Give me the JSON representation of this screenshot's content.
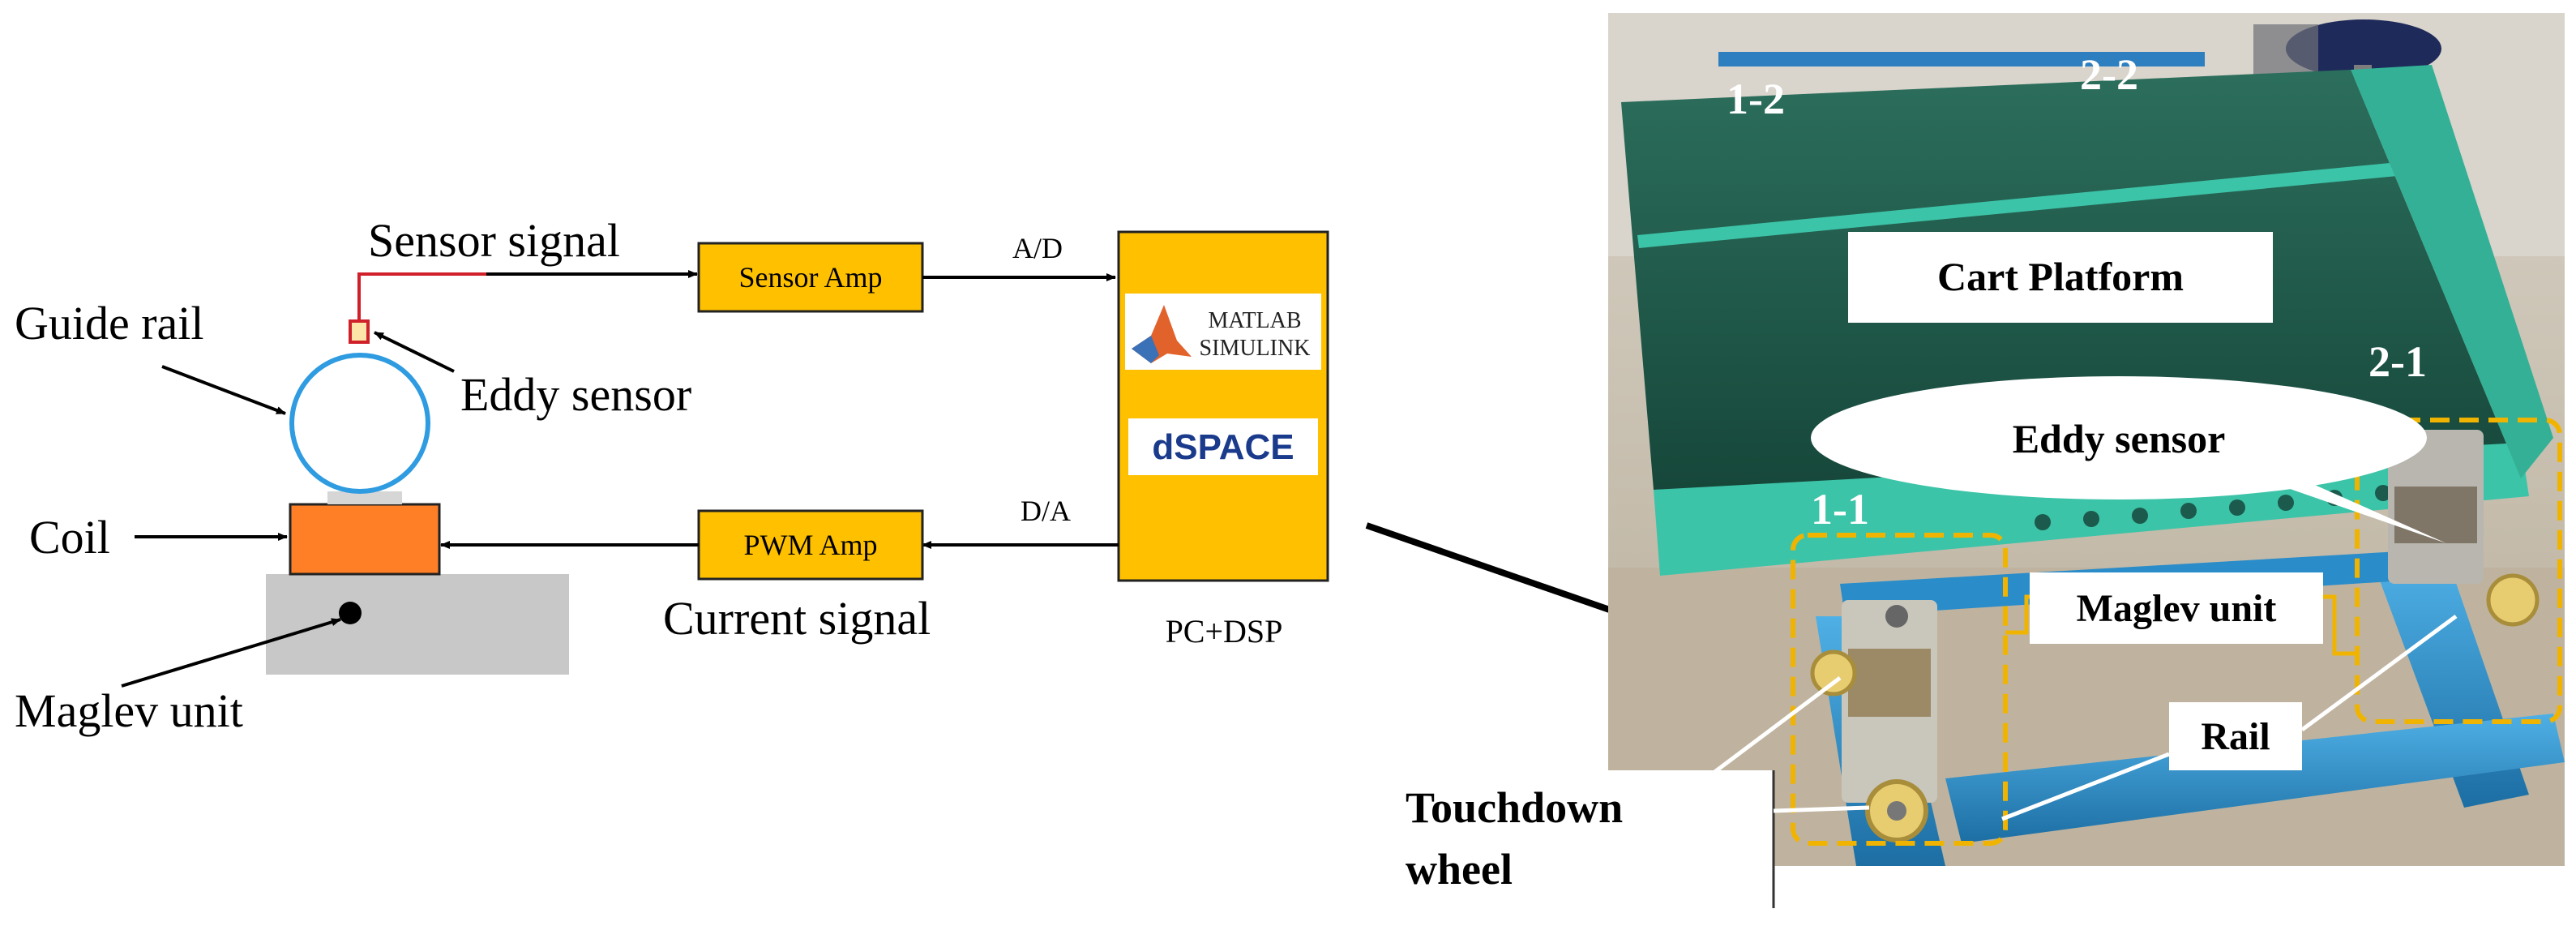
{
  "schematic": {
    "labels": {
      "guide_rail": "Guide rail",
      "eddy_sensor": "Eddy sensor",
      "coil": "Coil",
      "maglev_unit": "Maglev unit",
      "sensor_signal": "Sensor signal",
      "current_signal": "Current signal",
      "ad": "A/D",
      "da": "D/A",
      "pc_dsp": "PC+DSP"
    },
    "boxes": {
      "sensor_amp": "Sensor Amp",
      "pwm_amp": "PWM Amp"
    },
    "logos": {
      "matlab_line1": "MATLAB",
      "matlab_line2": "SIMULINK",
      "dspace": "dSPACE"
    },
    "colors": {
      "amp_box": "#ffc000",
      "dsp_box": "#ffc000",
      "coil": "#ff7f27",
      "unit": "#c8c8c8",
      "rail_ring": "#2f9be0",
      "dspace_text": "#1a3a8c",
      "dspace_d": "#e0201b"
    }
  },
  "photo": {
    "labels": {
      "cart_platform": "Cart Platform",
      "eddy_sensor": "Eddy sensor",
      "maglev_unit": "Maglev unit",
      "rail": "Rail",
      "touchdown_line1": "Touchdown",
      "touchdown_line2": "wheel"
    },
    "unit_ids": {
      "u12": "1-2",
      "u22": "2-2",
      "u21": "2-1",
      "u11": "1-1"
    },
    "colors": {
      "platform": "#1f5a4a",
      "frame": "#3cc4a8",
      "rail": "#2a8cc9",
      "floor": "#c9c0b0",
      "highlight": "#f0b400"
    }
  }
}
